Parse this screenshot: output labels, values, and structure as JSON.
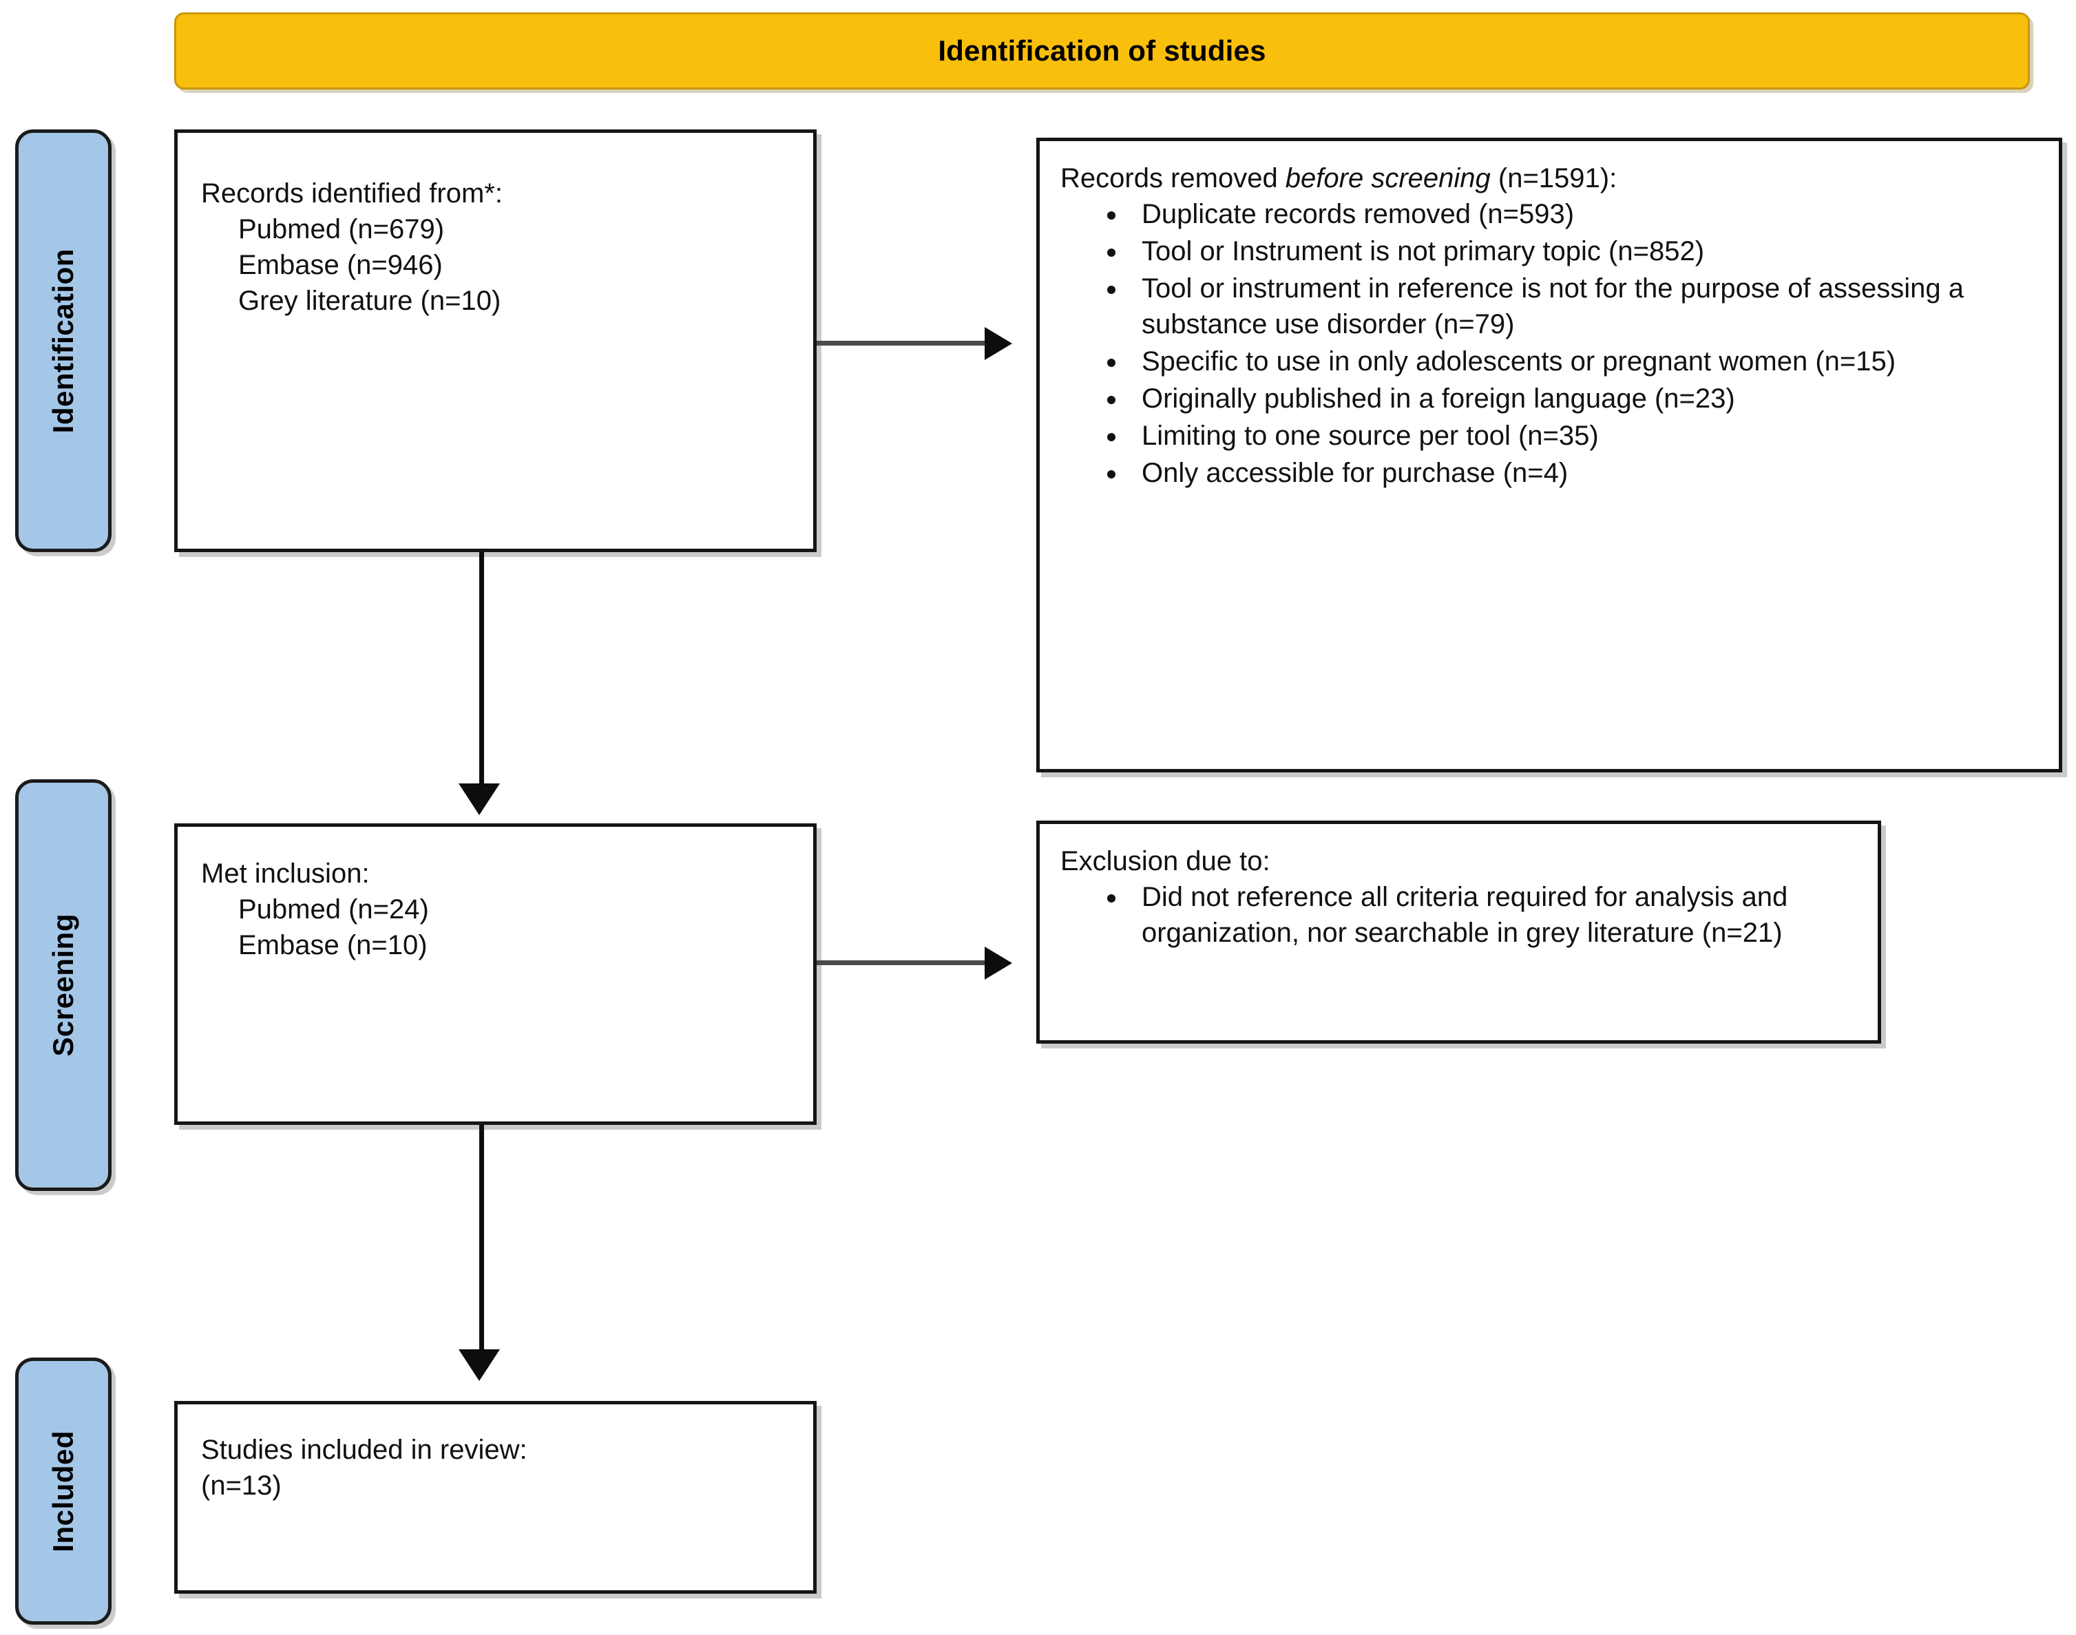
{
  "banner": {
    "title": "Identification of studies",
    "bg_color": "#F9BF0D"
  },
  "stages": [
    {
      "label": "Identification",
      "color": "#A4C7E8"
    },
    {
      "label": "Screening",
      "color": "#A4C7E8"
    },
    {
      "label": "Included",
      "color": "#A4C7E8"
    }
  ],
  "boxes": {
    "records_identified": {
      "heading": "Records identified from*:",
      "lines": [
        "Pubmed (n=679)",
        "Embase (n=946)",
        "Grey literature (n=10)"
      ]
    },
    "records_removed": {
      "heading_prefix": "Records removed ",
      "heading_italic": "before screening",
      "heading_suffix": " (n=1591):",
      "bullets": [
        "Duplicate records removed (n=593)",
        "Tool or Instrument is not primary topic (n=852)",
        "Tool or instrument in reference is not for the purpose of assessing a substance use disorder (n=79)",
        "Specific to use in only adolescents or pregnant women (n=15)",
        "Originally published in a foreign language (n=23)",
        "Limiting to one source per tool (n=35)",
        "Only accessible for purchase (n=4)"
      ]
    },
    "met_inclusion": {
      "heading": "Met inclusion:",
      "lines": [
        "Pubmed (n=24)",
        "Embase (n=10)"
      ]
    },
    "exclusion_due_to": {
      "heading": "Exclusion due to:",
      "bullets": [
        "Did not reference all criteria required for analysis and organization, nor searchable in grey literature (n=21)"
      ]
    },
    "studies_included": {
      "heading": "Studies included in review:",
      "lines": [
        "(n=13)"
      ]
    }
  }
}
